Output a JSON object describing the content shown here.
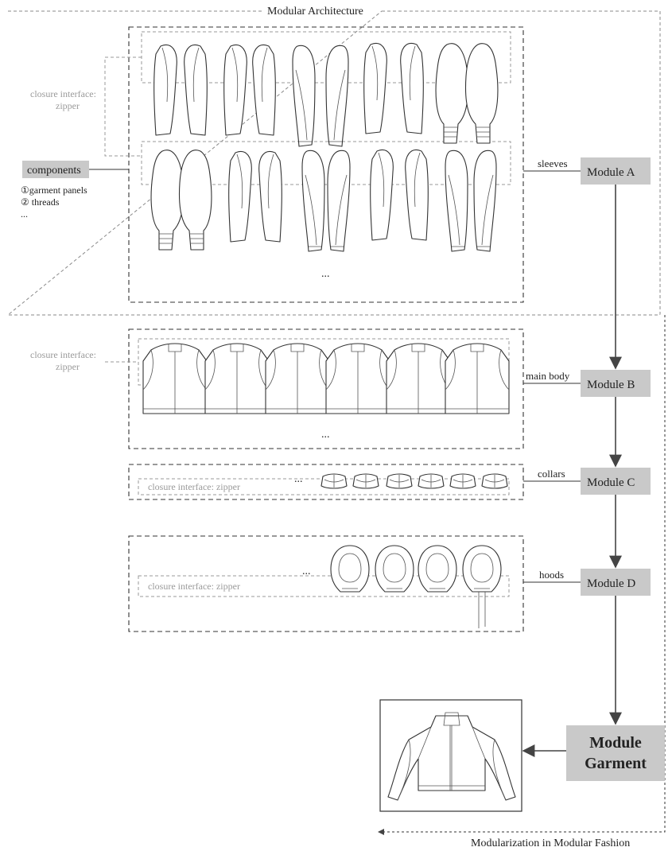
{
  "title": "Modular Architecture",
  "footer": "Modularization in Modular Fashion",
  "components": {
    "label": "components",
    "items": [
      "①garment panels",
      "② threads",
      "..."
    ]
  },
  "closure": {
    "a_line1": "closure interface:",
    "a_line2": "zipper",
    "b_line1": "closure interface:",
    "b_line2": "zipper",
    "c": "closure interface: zipper",
    "d": "closure interface: zipper"
  },
  "ellipsis": "...",
  "modules": {
    "a": {
      "name": "Module A",
      "link": "sleeves"
    },
    "b": {
      "name": "Module B",
      "link": "main body"
    },
    "c": {
      "name": "Module C",
      "link": "collars"
    },
    "d": {
      "name": "Module D",
      "link": "hoods"
    },
    "garment_line1": "Module",
    "garment_line2": "Garment"
  },
  "colors": {
    "module_fill": "#c9c9c9",
    "closure_text": "#9a9a9a"
  }
}
